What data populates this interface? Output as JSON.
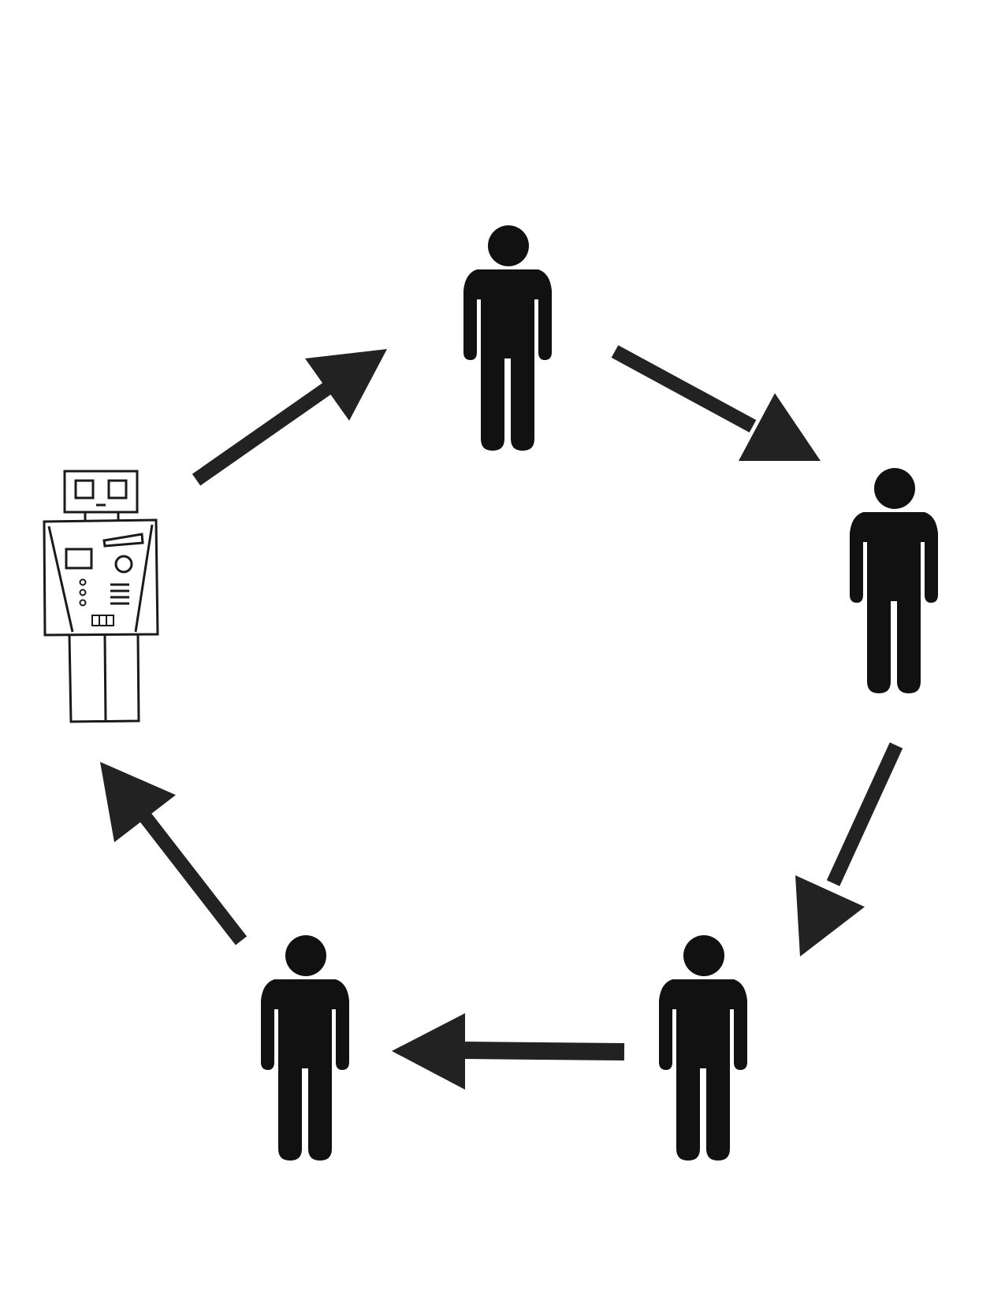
{
  "diagram": {
    "type": "cycle",
    "nodes": [
      {
        "id": "robot",
        "kind": "robot-icon"
      },
      {
        "id": "person-top",
        "kind": "person-icon"
      },
      {
        "id": "person-right",
        "kind": "person-icon"
      },
      {
        "id": "person-bottom-right",
        "kind": "person-icon"
      },
      {
        "id": "person-bottom-left",
        "kind": "person-icon"
      }
    ],
    "edges": [
      {
        "from": "robot",
        "to": "person-top"
      },
      {
        "from": "person-top",
        "to": "person-right"
      },
      {
        "from": "person-right",
        "to": "person-bottom-right"
      },
      {
        "from": "person-bottom-right",
        "to": "person-bottom-left"
      },
      {
        "from": "person-bottom-left",
        "to": "robot"
      }
    ],
    "colors": {
      "background": "#ffffff",
      "figure": "#111111",
      "arrow": "#222222",
      "robot_outline": "#1a1a1a"
    }
  }
}
